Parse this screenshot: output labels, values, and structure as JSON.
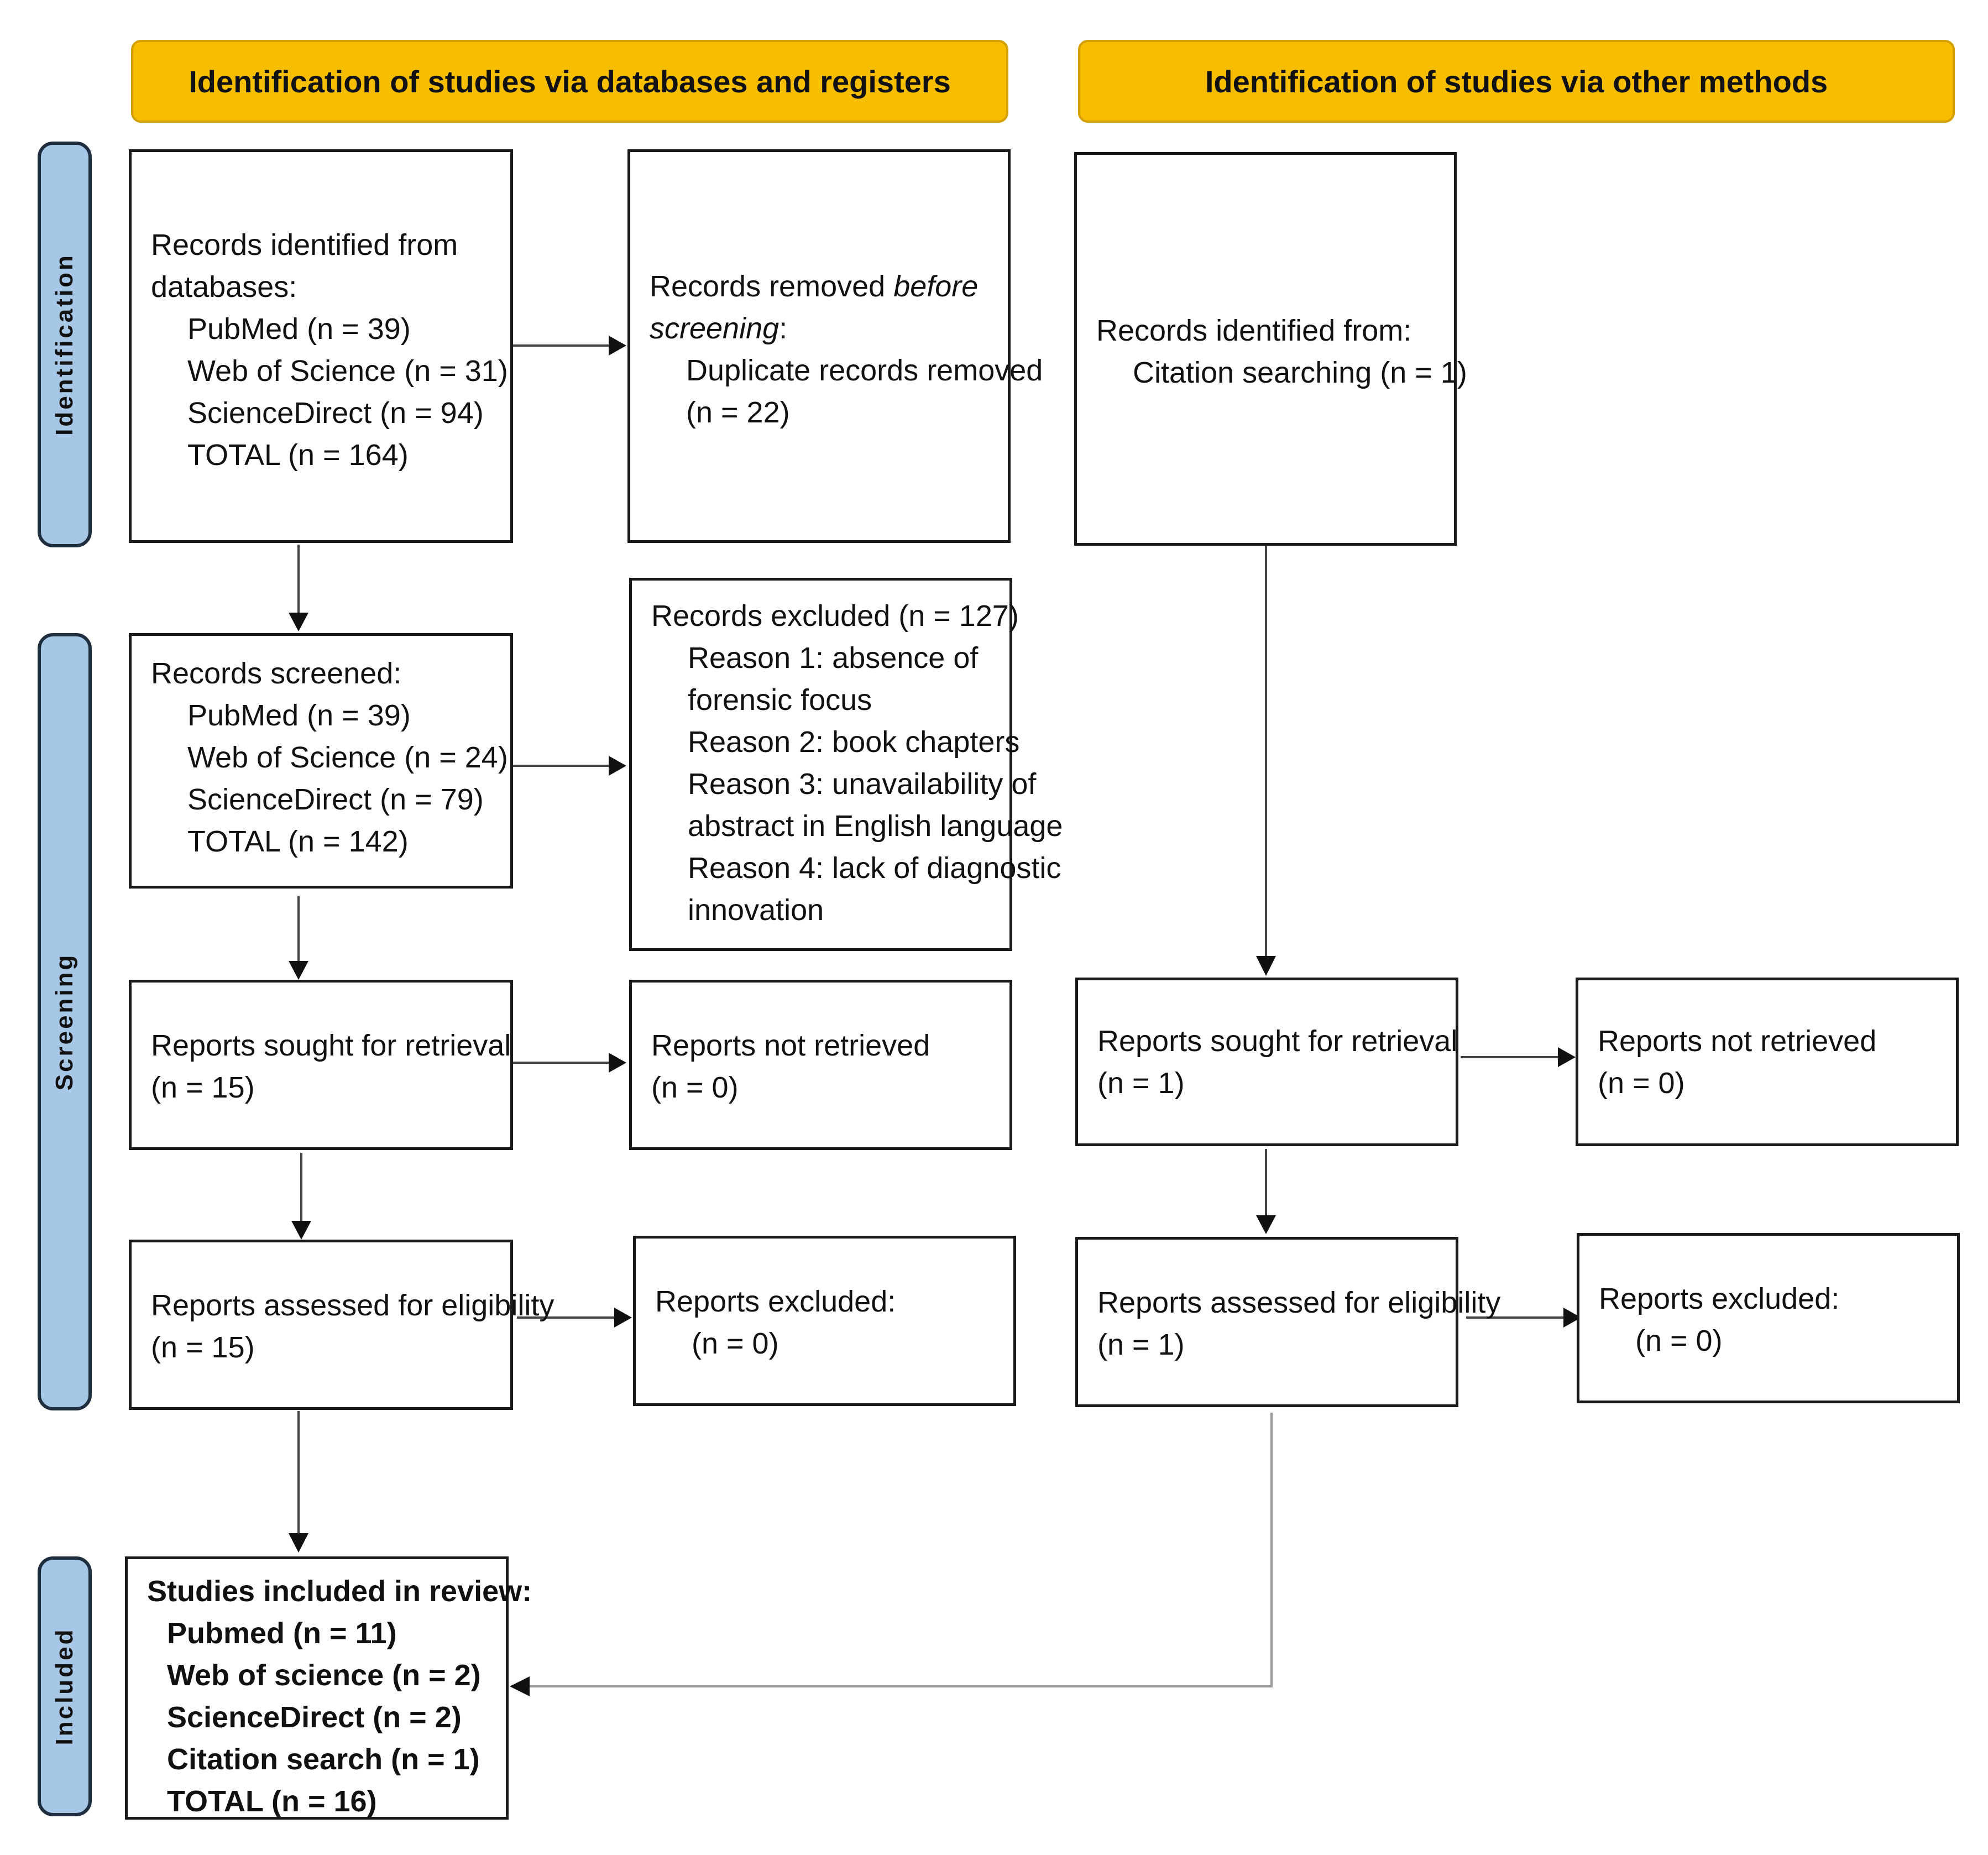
{
  "headers": {
    "databases": "Identification of studies via databases and registers",
    "other_methods": "Identification of studies via other methods"
  },
  "phases": {
    "identification": "Identification",
    "screening": "Screening",
    "included": "Included"
  },
  "databases": {
    "identified": {
      "title_1": "Records identified from",
      "title_2": "databases:",
      "items": [
        "PubMed (n = 39)",
        "Web of Science (n = 31)",
        "ScienceDirect (n = 94)",
        "TOTAL (n = 164)"
      ]
    },
    "removed": {
      "title_prefix": "Records removed ",
      "title_emph": "before",
      "line2_emph": "screening",
      "line2_suffix": ":",
      "item_1": "Duplicate records removed",
      "item_2": "(n = 22)"
    },
    "screened": {
      "title": "Records screened:",
      "items": [
        "PubMed (n = 39)",
        "Web of Science (n = 24)",
        "ScienceDirect (n = 79)",
        "TOTAL (n = 142)"
      ]
    },
    "excluded": {
      "title": "Records excluded (n = 127)",
      "lines": [
        "Reason 1: absence of",
        "forensic focus",
        "Reason 2: book chapters",
        "Reason 3: unavailability of",
        "abstract in English language",
        "Reason 4: lack of diagnostic",
        "innovation"
      ]
    },
    "sought": {
      "title": "Reports sought for retrieval",
      "count": "(n = 15)"
    },
    "not_retrieved": {
      "title": "Reports not retrieved",
      "count": "(n = 0)"
    },
    "assessed": {
      "title": "Reports assessed for eligibility",
      "count": "(n = 15)"
    },
    "reports_excluded": {
      "title": "Reports excluded:",
      "count": "(n = 0)"
    },
    "included": {
      "title": "Studies included in review:",
      "items": [
        "Pubmed (n = 11)",
        "Web of science (n = 2)",
        "ScienceDirect (n = 2)",
        "Citation search (n = 1)",
        "TOTAL (n = 16)"
      ]
    }
  },
  "other": {
    "identified": {
      "title": "Records identified from:",
      "item": "Citation searching (n = 1)"
    },
    "sought": {
      "title": "Reports sought for retrieval",
      "count": "(n = 1)"
    },
    "not_retrieved": {
      "title": "Reports not retrieved",
      "count": "(n = 0)"
    },
    "assessed": {
      "title": "Reports assessed for eligibility",
      "count": "(n = 1)"
    },
    "reports_excluded": {
      "title": "Reports excluded:",
      "count": "(n = 0)"
    }
  },
  "colors": {
    "header_fill": "#f7be00",
    "phase_fill": "#a7c7e7",
    "box_border": "#1a1a1a",
    "connector": "#444444",
    "return_connector": "#9a9a9a"
  }
}
